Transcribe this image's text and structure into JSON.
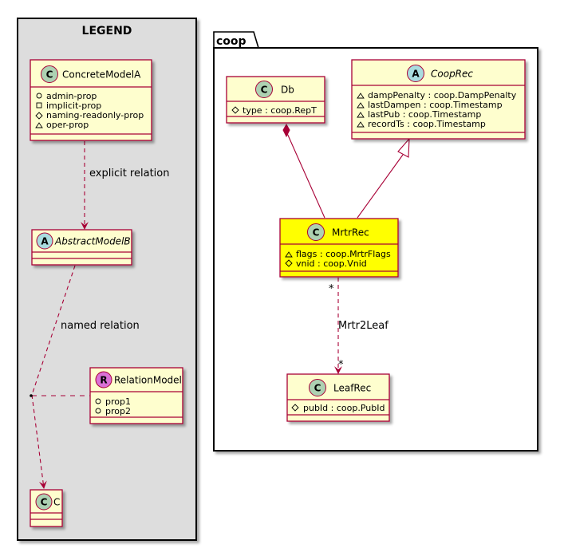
{
  "legend": {
    "title": "LEGEND"
  },
  "package": {
    "title": "coop"
  },
  "classes": {
    "concrete_model_a": {
      "stereo": "C",
      "name": "ConcreteModelA",
      "attrs": [
        "admin-prop",
        "implicit-prop",
        "naming-readonly-prop",
        "oper-prop"
      ]
    },
    "abstract_model_b": {
      "stereo": "A",
      "name": "AbstractModelB"
    },
    "relation_model": {
      "stereo": "R",
      "name": "RelationModel",
      "attrs": [
        "prop1",
        "prop2"
      ]
    },
    "c": {
      "stereo": "C",
      "name": "C"
    },
    "db": {
      "stereo": "C",
      "name": "Db",
      "attrs": [
        "type : coop.RepT"
      ]
    },
    "coop_rec": {
      "stereo": "A",
      "name": "CoopRec",
      "attrs": [
        "dampPenalty : coop.DampPenalty",
        "lastDampen : coop.Timestamp",
        "lastPub : coop.Timestamp",
        "recordTs : coop.Timestamp"
      ]
    },
    "mrtr_rec": {
      "stereo": "C",
      "name": "MrtrRec",
      "attrs": [
        "flags : coop.MrtrFlags",
        "vnid : coop.Vnid"
      ]
    },
    "leaf_rec": {
      "stereo": "C",
      "name": "LeafRec",
      "attrs": [
        "pubId : coop.PubId"
      ]
    }
  },
  "relations": {
    "explicit_label": "explicit relation",
    "named_label": "named relation",
    "mrtr2leaf_label": "Mrtr2Leaf",
    "mrtr2leaf_src_mult": "*",
    "mrtr2leaf_dst_mult": "*"
  },
  "colors": {
    "class_fill": "#FEFECE",
    "border": "#A80036",
    "highlight": "#FFFF00",
    "legend_bg": "#DDDDDD"
  }
}
